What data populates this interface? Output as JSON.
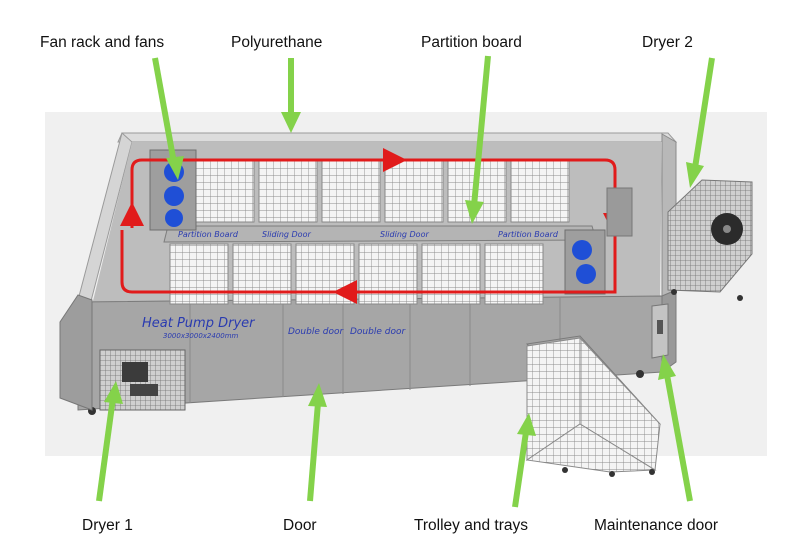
{
  "labels": {
    "fan_rack": "Fan rack and fans",
    "polyurethane": "Polyurethane",
    "partition_board": "Partition board",
    "dryer2": "Dryer 2",
    "dryer1": "Dryer 1",
    "door": "Door",
    "trolley": "Trolley and trays",
    "maintenance": "Maintenance door"
  },
  "unit_text": {
    "title": "Heat Pump Dryer",
    "size": "3000x3000x2400mm",
    "double_door_1": "Double door",
    "double_door_2": "Double door",
    "partition_board_1": "Partition Board",
    "partition_board_2": "Partition Board",
    "sliding_door_1": "Sliding Door",
    "sliding_door_2": "Sliding Door"
  },
  "colors": {
    "arrow": "#84d24a",
    "airflow": "#e11b1b",
    "fan": "#1f4fd6",
    "wall": "#a9a9a9"
  }
}
